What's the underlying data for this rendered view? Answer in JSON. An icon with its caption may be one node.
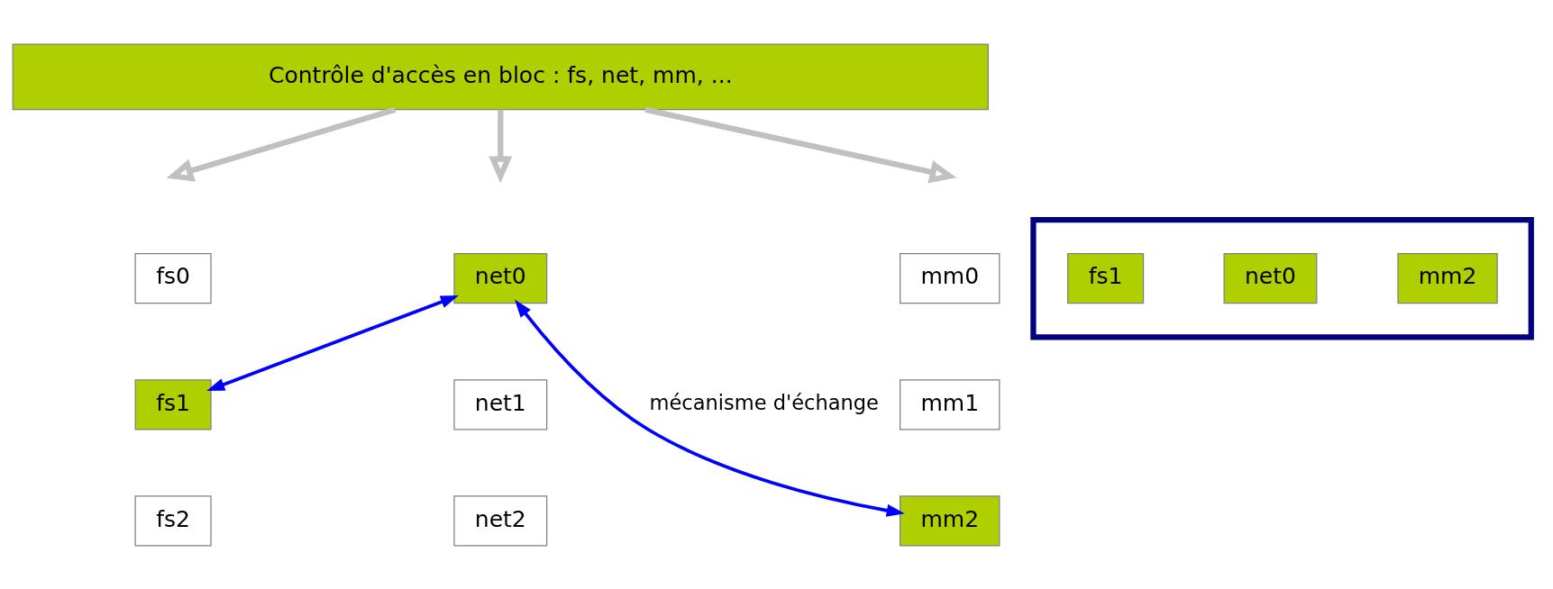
{
  "diagram": {
    "nodes": [
      {
        "text": [
          "Contrôle d'accès en bloc : fs, net, mm, ..."
        ]
      },
      {
        "text": [
          "fs0"
        ]
      },
      {
        "text": [
          "fs1"
        ]
      },
      {
        "text": [
          "fs2"
        ]
      },
      {
        "text": [
          "net0"
        ]
      },
      {
        "text": [
          "net1"
        ]
      },
      {
        "text": [
          "net2"
        ]
      },
      {
        "text": [
          "mm0"
        ]
      },
      {
        "text": [
          "mm1"
        ]
      },
      {
        "text": [
          "mm2"
        ]
      },
      {
        "text": [],
        "shape": "box"
      },
      {
        "text": [
          "fs1"
        ],
        "in": 10
      },
      {
        "text": [
          "net0"
        ],
        "in": 10
      },
      {
        "text": [
          "mm2"
        ],
        "in": 10
      }
    ],
    "edges": [
      {
        "from": 0,
        "to": null,
        "arrow": "to",
        "color": "#c0c0c0"
      },
      {
        "from": 0,
        "to": null,
        "arrow": "to",
        "color": "#c0c0c0"
      },
      {
        "from": 0,
        "to": null,
        "arrow": "to",
        "color": "#c0c0c0"
      },
      {
        "from": 2,
        "to": 4,
        "arrow": "both",
        "color": "#0000ff"
      },
      {
        "from": 4,
        "to": 9,
        "arrow": "both",
        "label": "mécanisme d'échange",
        "color": "#0000ff"
      }
    ]
  }
}
